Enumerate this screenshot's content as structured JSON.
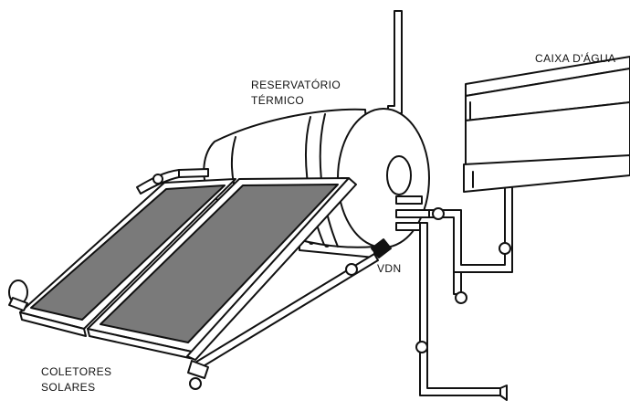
{
  "labels": {
    "reservoir_line1": "RESERVATÓRIO",
    "reservoir_line2": "TÉRMICO",
    "water_tank": "CAIXA D'ÁGUA",
    "valve": "VDN",
    "collectors_line1": "COLETORES",
    "collectors_line2": "SOLARES"
  },
  "colors": {
    "outline": "#111111",
    "panel_glass": "#7a7a7a",
    "panel_frame": "#ffffff",
    "valve_body": "#111111",
    "background": "#ffffff"
  }
}
